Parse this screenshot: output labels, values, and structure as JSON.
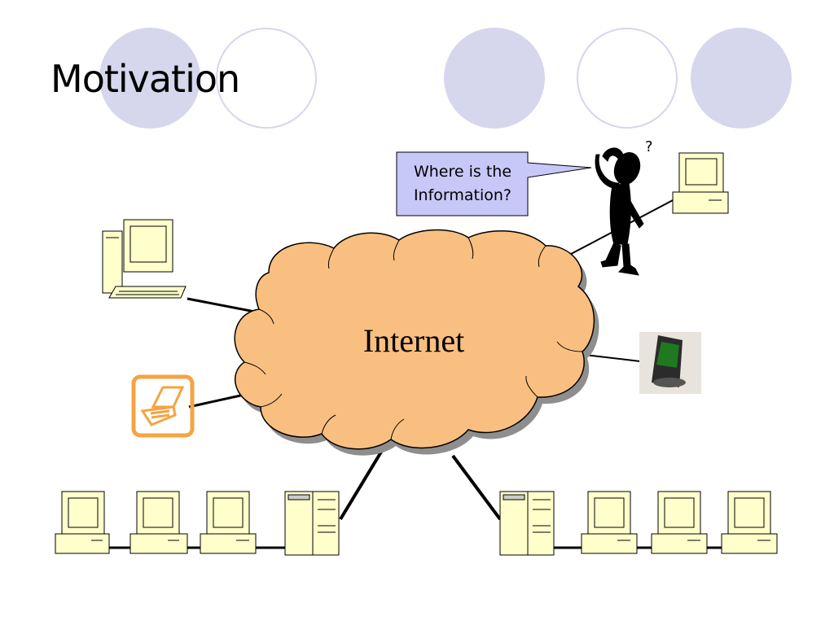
{
  "slide": {
    "title": "Motivation",
    "cloud_label": "Internet",
    "callout": {
      "line1": "Where is the",
      "line2": "Information?"
    },
    "question_mark": "?"
  },
  "colors": {
    "circle_fill": "#d6d6ec",
    "circle_outline": "#d6d6ec",
    "cloud_fill": "#f9bf81",
    "cloud_shadow": "#8e8e8e",
    "computer_fill": "#ffffcc",
    "callout_fill": "#c8c8f8",
    "laptop_orange": "#f4a442",
    "connector": "#000000"
  },
  "icons": [
    "desktop-computer-icon",
    "laptop-icon",
    "pda-icon",
    "server-icon",
    "confused-person-icon"
  ]
}
